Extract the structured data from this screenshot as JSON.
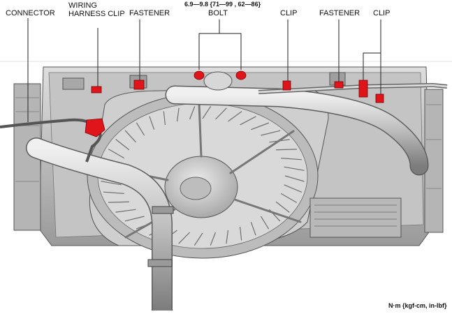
{
  "diagram": {
    "callouts": {
      "connector": "CONNECTOR",
      "wiring_harness_clip_line1": "WIRING",
      "wiring_harness_clip_line2": "HARNESS CLIP",
      "fastener_left": "FASTENER",
      "torque_spec": "6.9—9.8 {71—99 , 62—86}",
      "bolt": "BOLT",
      "clip_center": "CLIP",
      "fastener_right": "FASTENER",
      "clip_right": "CLIP"
    },
    "units_note": "N·m {kgf-cm, in-lbf}"
  },
  "colors": {
    "highlight": "#e0141b",
    "line": "#222222",
    "part_light": "#d4d4d4",
    "part_dark": "#8c8c8c"
  }
}
